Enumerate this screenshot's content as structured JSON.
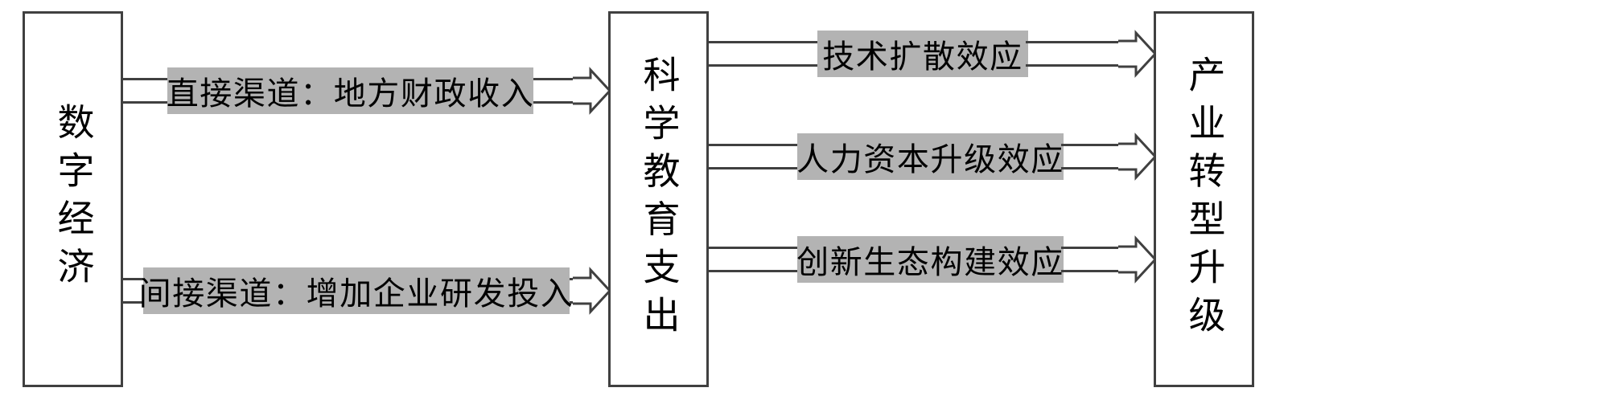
{
  "diagram": {
    "title_vertical_boxes": {
      "source": "数字经济",
      "mediator": "科学教育支出",
      "outcome": "产业转型升级"
    },
    "channels": [
      {
        "id": "direct",
        "label": "直接渠道：地方财政收入"
      },
      {
        "id": "indirect",
        "label": "间接渠道：增加企业研发投入"
      }
    ],
    "effects": [
      {
        "id": "tech-diffusion",
        "label": "技术扩散效应"
      },
      {
        "id": "human-capital",
        "label": "人力资本升级效应"
      },
      {
        "id": "innovation-ecology",
        "label": "创新生态构建效应"
      }
    ],
    "colors": {
      "label_fill": "#b3b3b3",
      "stroke": "#404040",
      "box_fill": "#ffffff",
      "text": "#000000"
    },
    "icons": {
      "arrow": "block-arrow-right-icon",
      "connector": "double-line-connector-icon"
    }
  }
}
